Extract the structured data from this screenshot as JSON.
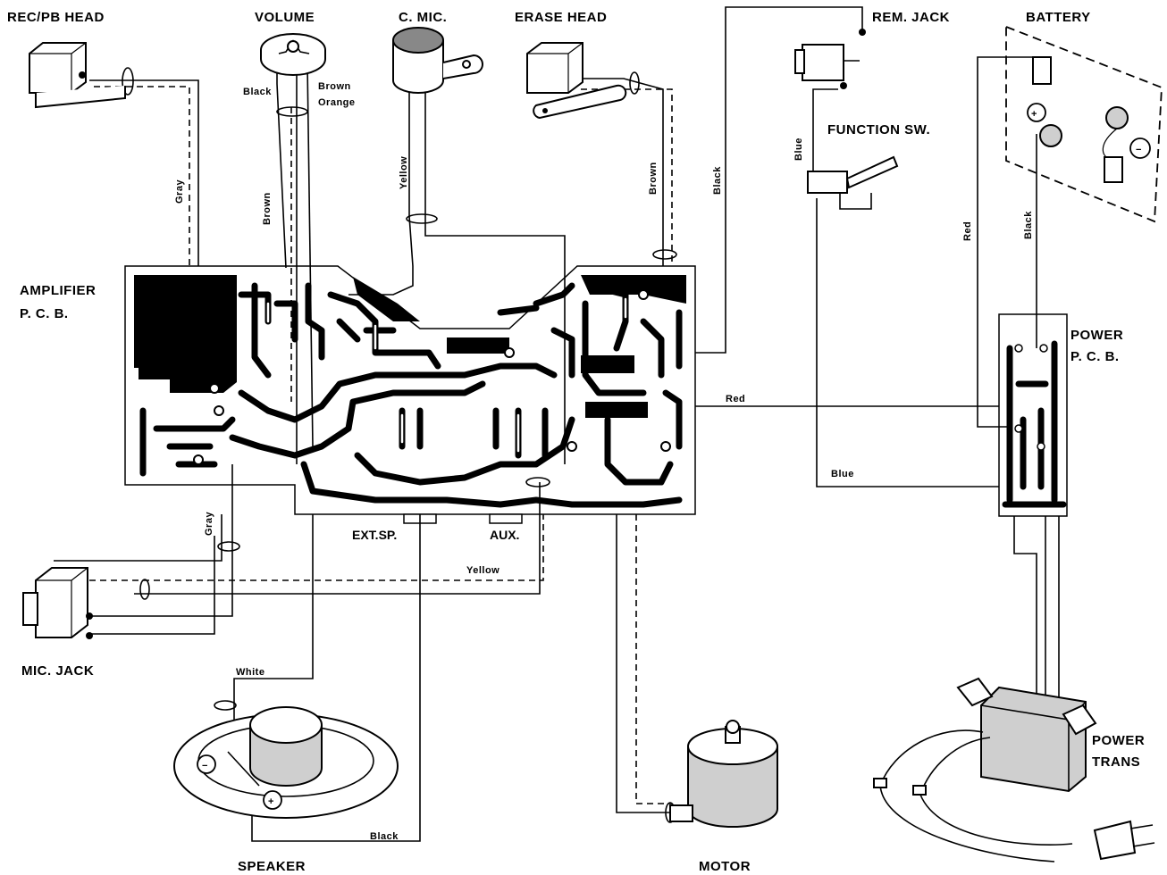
{
  "labels": {
    "rec_pb_head": "REC/PB HEAD",
    "volume": "VOLUME",
    "c_mic": "C. MIC.",
    "erase_head": "ERASE  HEAD",
    "rem_jack": "REM. JACK",
    "battery": "BATTERY",
    "function_sw": "FUNCTION SW.",
    "amplifier_pcb_line1": "AMPLIFIER",
    "amplifier_pcb_line2": "P. C. B.",
    "power_pcb_line1": "POWER",
    "power_pcb_line2": "P. C. B.",
    "ext_sp": "EXT.SP.",
    "aux": "AUX.",
    "mic_jack": "MIC. JACK",
    "speaker": "SPEAKER",
    "motor": "MOTOR",
    "power_trans_line1": "POWER",
    "power_trans_line2": "TRANS"
  },
  "wire_labels": {
    "black_volume": "Black",
    "brown_volume": "Brown",
    "orange_volume": "Orange",
    "gray_head": "Gray",
    "brown_left": "Brown",
    "yellow_mic": "Yellow",
    "brown_erase": "Brown",
    "black_mid": "Black",
    "blue_func": "Blue",
    "red_battery": "Red",
    "black_battery": "Black",
    "red_pcb": "Red",
    "blue_pcb": "Blue",
    "gray_micjack": "Gray",
    "yellow_bottom": "Yellow",
    "white_speaker": "White",
    "black_speaker": "Black"
  },
  "symbols": {
    "plus": "+",
    "minus": "−"
  },
  "colors": {
    "ink": "#000000",
    "paper": "#ffffff",
    "pcb_fill": "#ffffff"
  }
}
